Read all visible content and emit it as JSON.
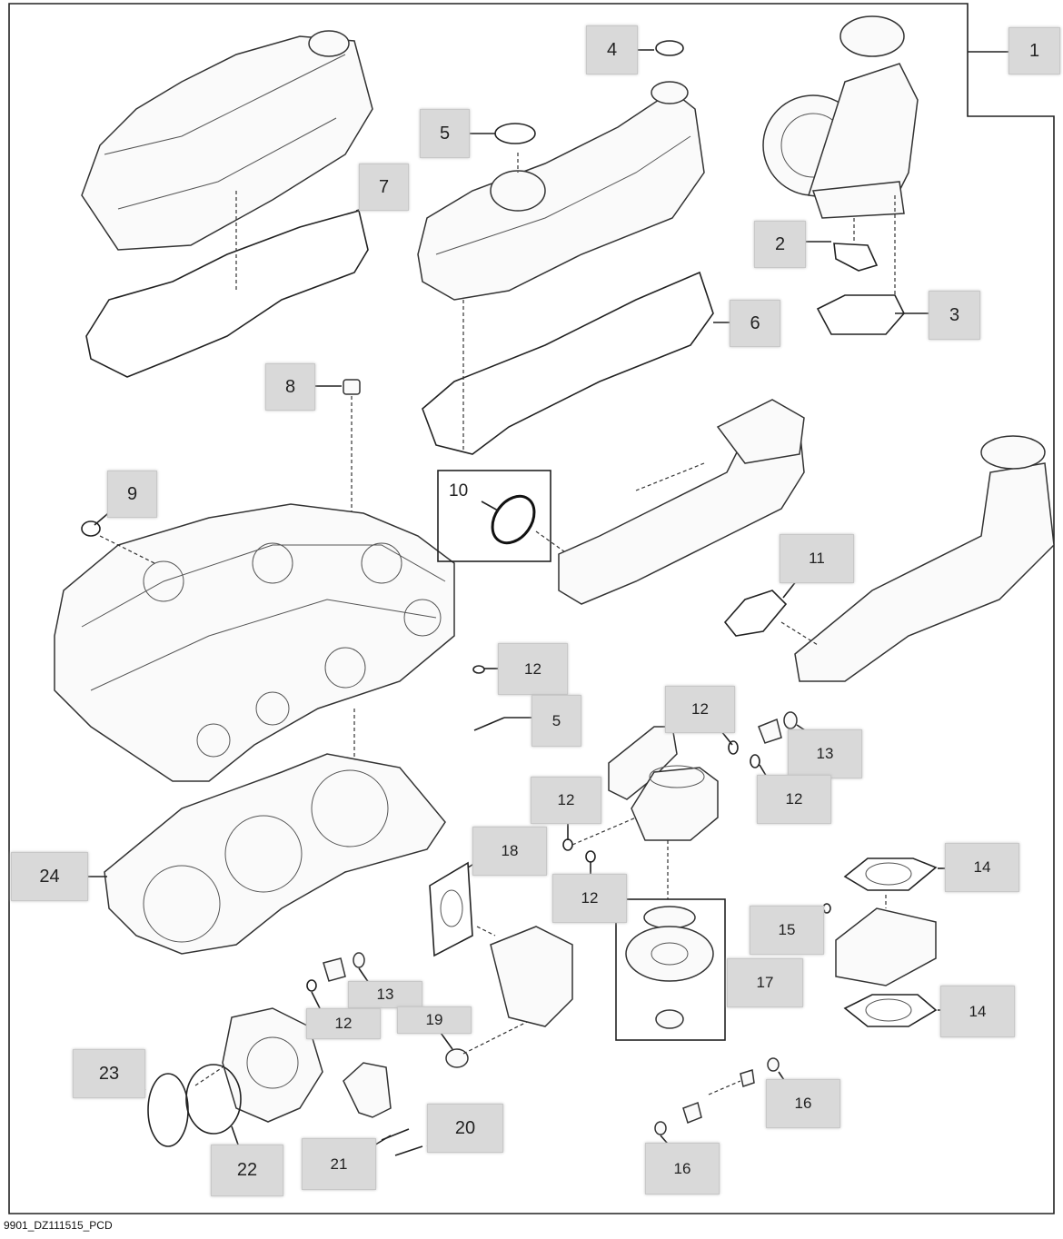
{
  "callouts": {
    "c1": "1",
    "c2": "2",
    "c3": "3",
    "c4": "4",
    "c5a": "5",
    "c5b": "5",
    "c6": "6",
    "c7": "7",
    "c8": "8",
    "c9": "9",
    "c10": "10",
    "c11": "11",
    "c12a": "12",
    "c12b": "12",
    "c12c": "12",
    "c12d": "12",
    "c12e": "12",
    "c12f": "12",
    "c13a": "13",
    "c13b": "13",
    "c14a": "14",
    "c14b": "14",
    "c15": "15",
    "c16a": "16",
    "c16b": "16",
    "c17": "17",
    "c18": "18",
    "c19": "19",
    "c20": "20",
    "c21": "21",
    "c22": "22",
    "c23": "23",
    "c24": "24"
  },
  "footer": "9901_DZ111515_PCD"
}
